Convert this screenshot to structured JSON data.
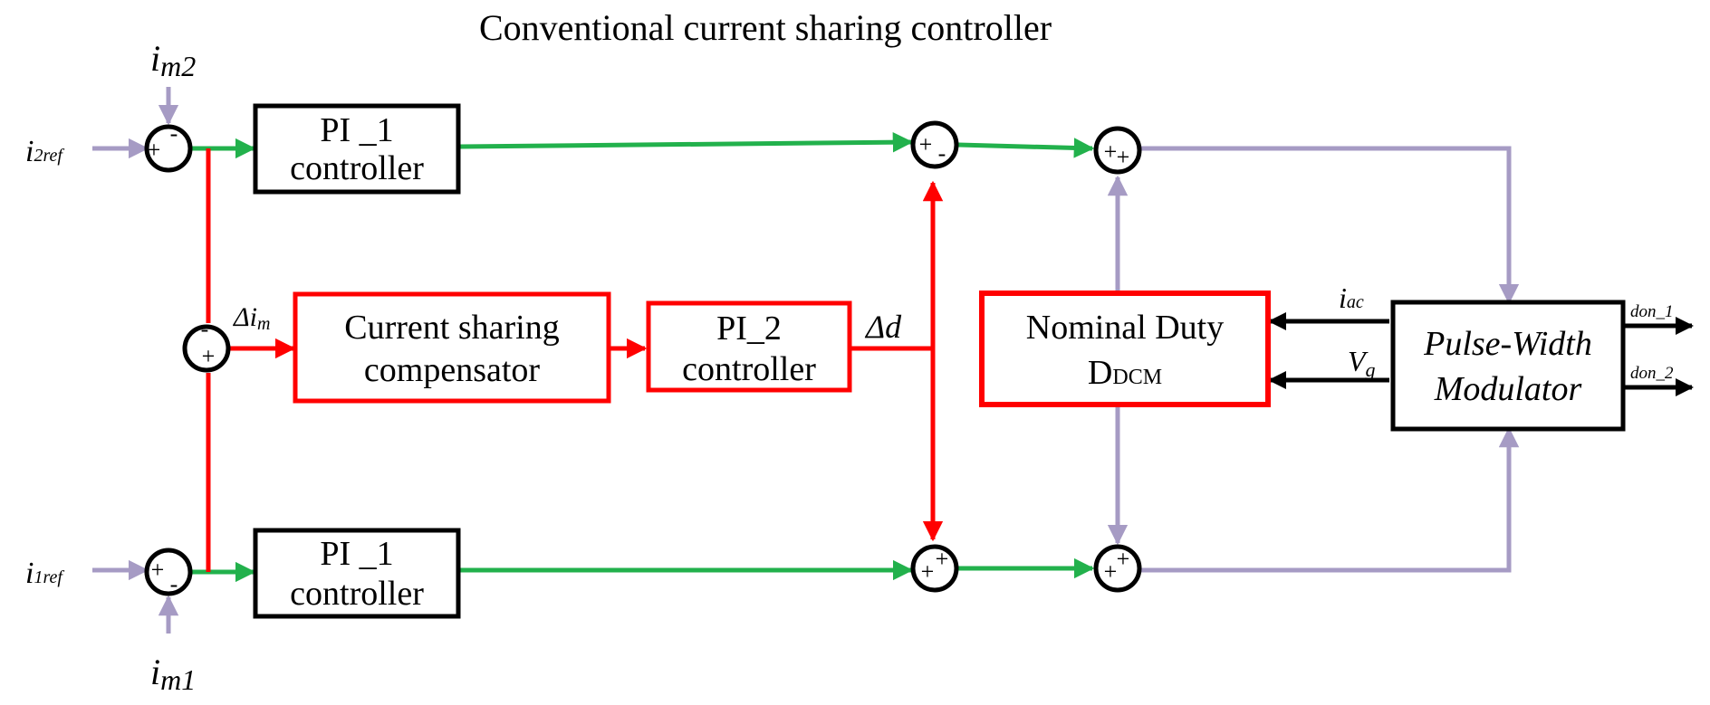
{
  "title": "Conventional current sharing controller",
  "colors": {
    "green": "#22b14c",
    "red": "#ff0000",
    "purple": "#a69bc4",
    "black": "#000000"
  },
  "signals": {
    "i2ref": {
      "main": "i",
      "sub": "2ref"
    },
    "i1ref": {
      "main": "i",
      "sub": "1ref"
    },
    "im2": {
      "main": "i",
      "sub": "m2"
    },
    "im1": {
      "main": "i",
      "sub": "m1"
    },
    "delta_im": {
      "main": "Δi",
      "sub": "m"
    },
    "delta_d": "Δd",
    "iac": {
      "main": "i",
      "sub": "ac"
    },
    "vg": {
      "main": "V",
      "sub": "g"
    },
    "don1": "don_1",
    "don2": "don_2"
  },
  "blocks": {
    "pi1_top": {
      "line1": "PI _1",
      "line2": "controller"
    },
    "pi1_bottom": {
      "line1": "PI _1",
      "line2": "controller"
    },
    "current_sharing": {
      "line1": "Current sharing",
      "line2": "compensator"
    },
    "pi2": {
      "line1": "PI_2",
      "line2": "controller"
    },
    "nominal_duty": {
      "line1": "Nominal Duty",
      "line2_main": "D",
      "line2_sub": "DCM"
    },
    "pwm": {
      "line1": "Pulse-Width",
      "line2": "Modulator"
    }
  },
  "sums": {
    "s1": {
      "a": "+",
      "b": "-"
    },
    "s2": {
      "a": "-",
      "b": "+"
    },
    "s3": {
      "a": "+",
      "b": "-"
    },
    "s4": {
      "a": "+",
      "b": "-"
    },
    "s5": {
      "a": "+",
      "b": "+"
    },
    "s6": {
      "a": "+",
      "b": "+"
    },
    "s7": {
      "a": "+",
      "b": "+"
    }
  }
}
